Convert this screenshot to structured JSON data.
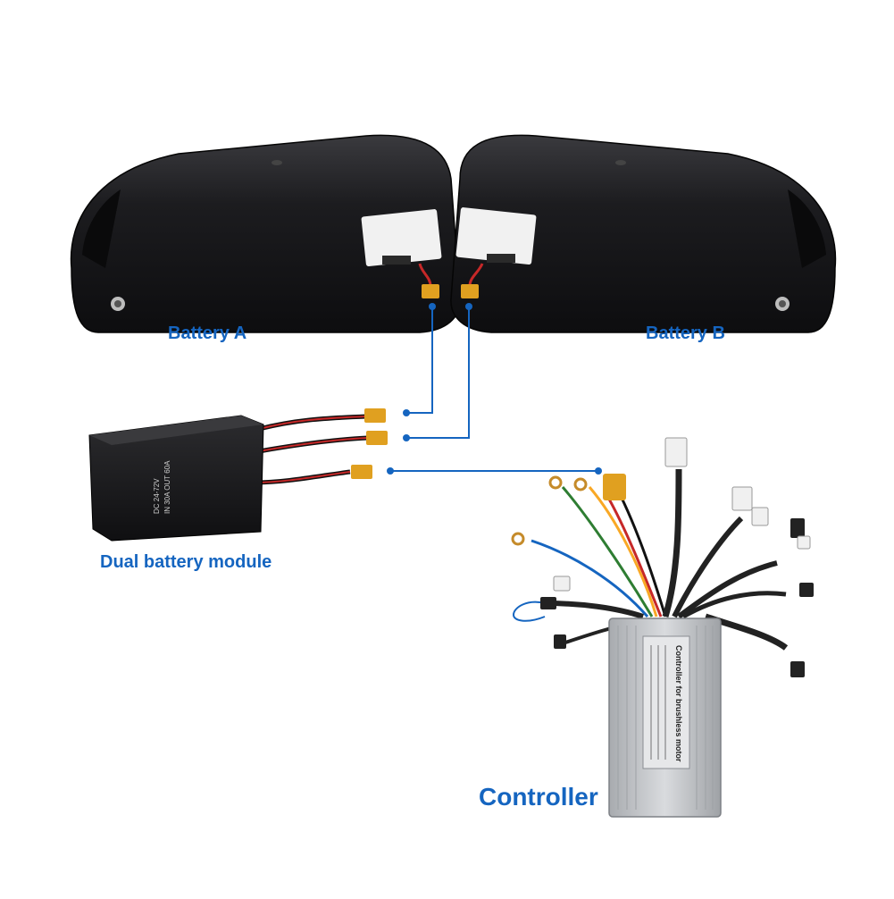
{
  "labels": {
    "battery_a": "Battery A",
    "battery_b": "Battery B",
    "module": "Dual battery module",
    "controller": "Controller"
  },
  "module_print": {
    "line1": "DC 24-72V",
    "line2": "IN 30A OUT 60A"
  },
  "controller_print": {
    "title": "Controller for brushless motor"
  },
  "colors": {
    "connector_line": "#1565c0",
    "label_text": "#1565c0",
    "battery_body": "#1c1c1e",
    "xt60_yellow": "#e0a020",
    "controller_body": "#c8cacd"
  }
}
